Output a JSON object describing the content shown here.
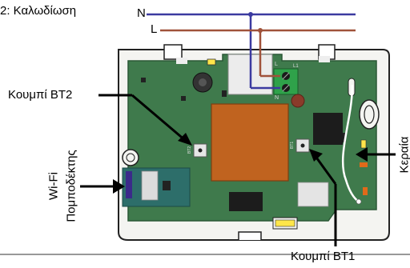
{
  "caption": "2: Καλωδίωση",
  "wires": {
    "neutral": "N",
    "line": "L"
  },
  "labels": {
    "button_bt2": "Κουμπί BT2",
    "button_bt1": "Κουμπί BT1",
    "wifi_line1": "Wi-Fi",
    "wifi_line2": "Πομποδέκτης",
    "antenna": "Κεραία"
  },
  "board_marks": {
    "terminal_top": "L1",
    "terminal_l": "L",
    "terminal_n": "N",
    "bt2_small": "BT2",
    "bt1_small": "BT1"
  },
  "colors": {
    "neutral_wire": "#3b3aa0",
    "line_wire": "#a0523a",
    "pcb": "#3f7a4c",
    "relay": "#c0631f",
    "terminal": "#2fa24a"
  }
}
